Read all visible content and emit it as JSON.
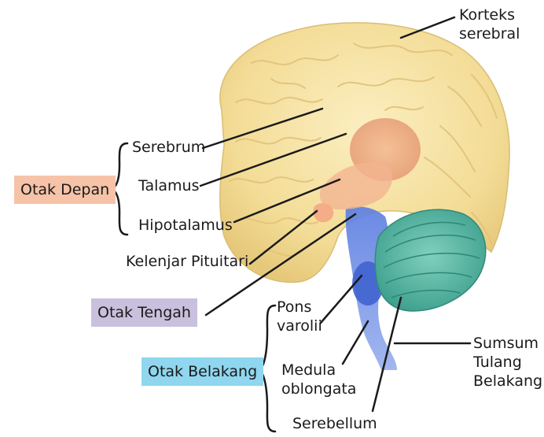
{
  "labels": {
    "korteks_serebral_line1": "Korteks",
    "korteks_serebral_line2": "serebral",
    "serebrum": "Serebrum",
    "talamus": "Talamus",
    "hipotalamus": "Hipotalamus",
    "kelenjar_pituitari": "Kelenjar Pituitari",
    "pons_varolii_line1": "Pons",
    "pons_varolii_line2": "varolii",
    "medula_oblongata_line1": "Medula",
    "medula_oblongata_line2": "oblongata",
    "serebellum": "Serebellum",
    "sumsum_line1": "Sumsum",
    "sumsum_line2": "Tulang",
    "sumsum_line3": "Belakang"
  },
  "groups": {
    "otak_depan": "Otak Depan",
    "otak_tengah": "Otak Tengah",
    "otak_belakang": "Otak Belakang"
  },
  "colors": {
    "otak_depan_box": "#f6c3a8",
    "otak_tengah_box": "#c9c0de",
    "otak_belakang_box": "#8fd6ee",
    "cerebrum": "#f6e2a2",
    "cerebellum": "#4fb7a3",
    "brainstem": "#3f63cf",
    "thalamus": "#eea07a"
  }
}
